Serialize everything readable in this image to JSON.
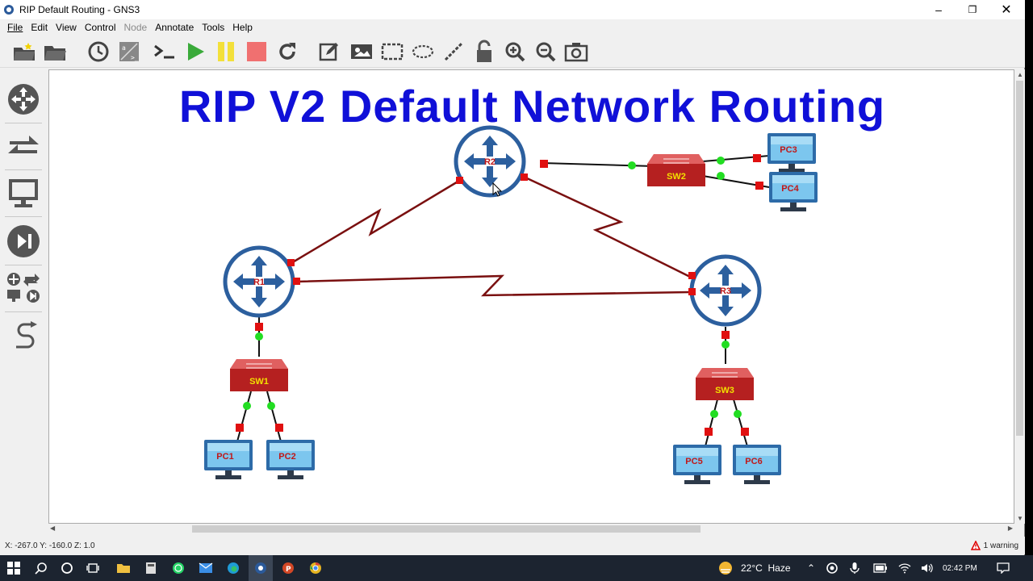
{
  "window": {
    "title": "RIP Default Routing - GNS3"
  },
  "menu": [
    "File",
    "Edit",
    "View",
    "Control",
    "Node",
    "Annotate",
    "Tools",
    "Help"
  ],
  "menu_disabled": [
    false,
    false,
    false,
    false,
    true,
    false,
    false,
    false
  ],
  "toolbar_icons": [
    "new-project-icon",
    "open-project-icon",
    "snapshot-icon",
    "console-all-icon",
    "terminal-icon",
    "start-all-icon",
    "suspend-all-icon",
    "stop-all-icon",
    "reload-all-icon",
    "add-note-icon",
    "insert-picture-icon",
    "draw-rectangle-icon",
    "draw-ellipse-icon",
    "draw-line-icon",
    "lock-icon",
    "zoom-in-icon",
    "zoom-out-icon",
    "screenshot-icon"
  ],
  "sidebar_icons": [
    "routers-icon",
    "switches-icon",
    "end-devices-icon",
    "security-devices-icon",
    "all-devices-icon",
    "add-link-icon"
  ],
  "canvas": {
    "heading": "RIP V2 Default Network Routing",
    "nodes": {
      "r1": "R1",
      "r2": "R2",
      "r3": "R3",
      "sw1": "SW1",
      "sw2": "SW2",
      "sw3": "SW3",
      "pc1": "PC1",
      "pc2": "PC2",
      "pc3": "PC3",
      "pc4": "PC4",
      "pc5": "PC5",
      "pc6": "PC6"
    }
  },
  "status": {
    "coords": "X: -267.0 Y: -160.0 Z: 1.0",
    "warnings": "1 warning"
  },
  "taskbar": {
    "weather": "22°C  Haze",
    "time": "02:42 PM"
  },
  "colors": {
    "heading": "#1010d8",
    "router": "#2c5f9e",
    "switch": "#b52020",
    "serial_link": "#7a1010",
    "port_up": "#22dd22",
    "port_down": "#e01010"
  }
}
